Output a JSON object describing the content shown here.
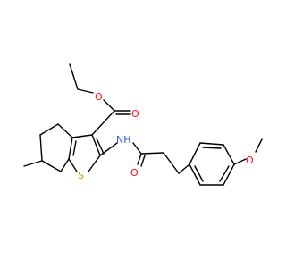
{
  "colors": {
    "background": "#ffffff",
    "bond": "#000000",
    "carbon": "#000000",
    "oxygen": "#ff0d0d",
    "nitrogen": "#3050f8",
    "sulfur": "#b8a000"
  },
  "atom_labels": {
    "ester_o_ether": "O",
    "ester_o_carbonyl": "O",
    "amide_nh": "NH",
    "thiophene_s": "S",
    "amide_o": "O",
    "methoxy_o": "O"
  }
}
